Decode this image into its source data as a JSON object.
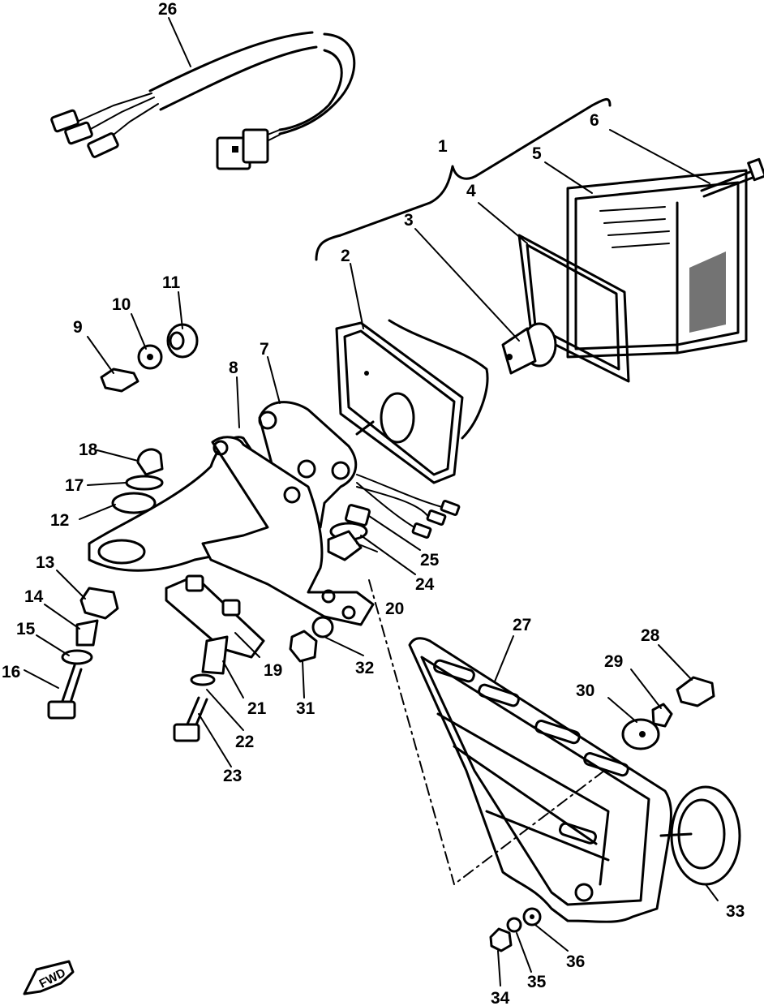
{
  "callouts": [
    {
      "id": "c1",
      "label": "1"
    },
    {
      "id": "c2",
      "label": "2"
    },
    {
      "id": "c3",
      "label": "3"
    },
    {
      "id": "c4",
      "label": "4"
    },
    {
      "id": "c5",
      "label": "5"
    },
    {
      "id": "c6",
      "label": "6"
    },
    {
      "id": "c7",
      "label": "7"
    },
    {
      "id": "c8",
      "label": "8"
    },
    {
      "id": "c9",
      "label": "9"
    },
    {
      "id": "c10",
      "label": "10"
    },
    {
      "id": "c11",
      "label": "11"
    },
    {
      "id": "c12",
      "label": "12"
    },
    {
      "id": "c13",
      "label": "13"
    },
    {
      "id": "c14",
      "label": "14"
    },
    {
      "id": "c15",
      "label": "15"
    },
    {
      "id": "c16",
      "label": "16"
    },
    {
      "id": "c17",
      "label": "17"
    },
    {
      "id": "c18",
      "label": "18"
    },
    {
      "id": "c19",
      "label": "19"
    },
    {
      "id": "c20",
      "label": "20"
    },
    {
      "id": "c21",
      "label": "21"
    },
    {
      "id": "c22",
      "label": "22"
    },
    {
      "id": "c23",
      "label": "23"
    },
    {
      "id": "c24",
      "label": "24"
    },
    {
      "id": "c25",
      "label": "25"
    },
    {
      "id": "c26",
      "label": "26"
    },
    {
      "id": "c27",
      "label": "27"
    },
    {
      "id": "c28",
      "label": "28"
    },
    {
      "id": "c29",
      "label": "29"
    },
    {
      "id": "c30",
      "label": "30"
    },
    {
      "id": "c31",
      "label": "31"
    },
    {
      "id": "c32",
      "label": "32"
    },
    {
      "id": "c33",
      "label": "33"
    },
    {
      "id": "c34",
      "label": "34"
    },
    {
      "id": "c35",
      "label": "35"
    },
    {
      "id": "c36",
      "label": "36"
    }
  ],
  "direction_marker": {
    "label": "FWD"
  }
}
